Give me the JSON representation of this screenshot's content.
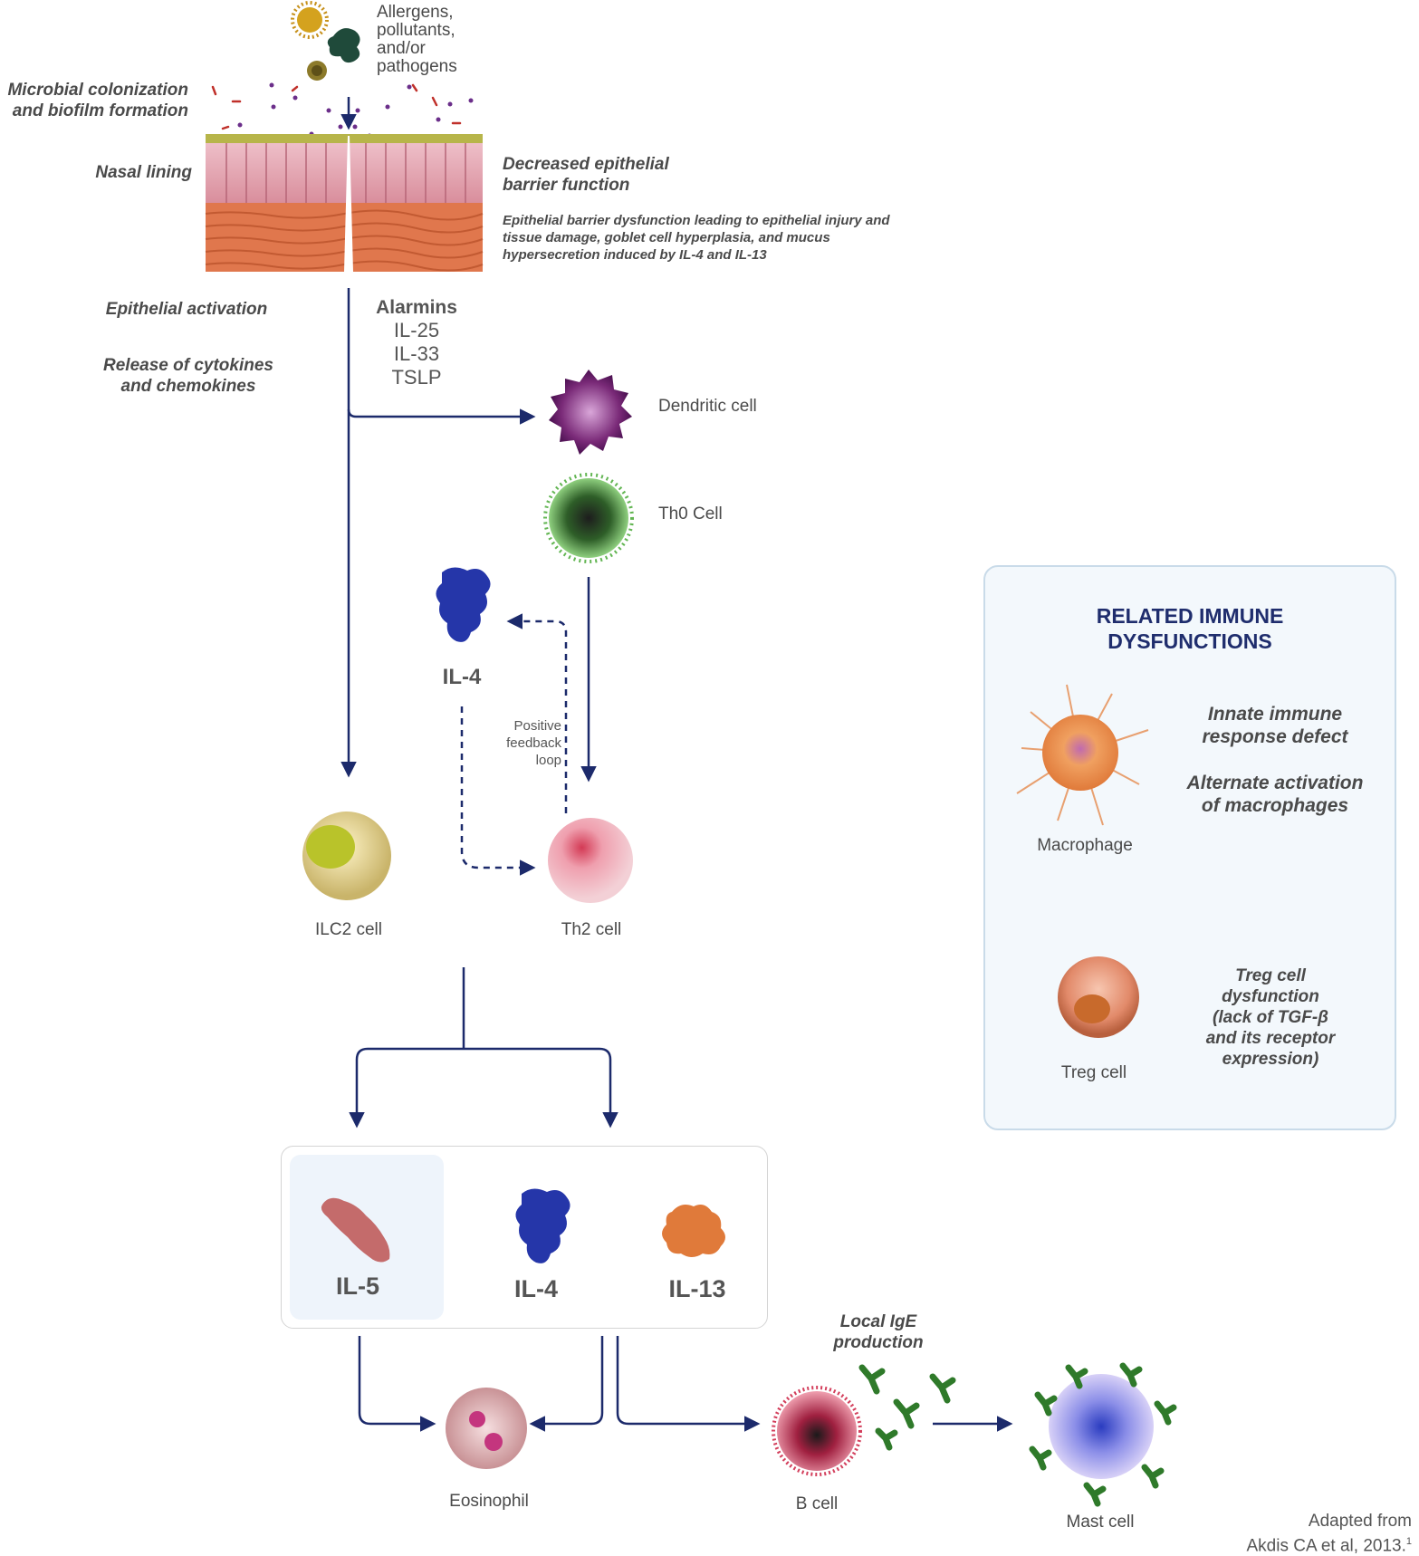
{
  "environment": {
    "triggers": "Allergens,\npollutants,\nand/or\npathogens",
    "microbial": "Microbial colonization\nand biofilm formation",
    "nasal_lining": "Nasal lining"
  },
  "barrier": {
    "heading": "Decreased epithelial\nbarrier function",
    "detail": "Epithelial barrier dysfunction leading to epithelial injury and\ntissue damage, goblet cell hyperplasia, and mucus\nhypersecretion induced by IL-4 and IL-13"
  },
  "activation": {
    "epithelial": "Epithelial activation",
    "release": "Release of cytokines\nand chemokines",
    "alarmins_title": "Alarmins",
    "alarmins": [
      "IL-25",
      "IL-33",
      "TSLP"
    ]
  },
  "cells": {
    "dendritic": "Dendritic cell",
    "th0": "Th0 Cell",
    "ilc2": "ILC2 cell",
    "th2": "Th2 cell",
    "eosinophil": "Eosinophil",
    "bcell": "B cell",
    "mast": "Mast cell"
  },
  "feedback": {
    "il4": "IL-4",
    "label": "Positive\nfeedback\nloop"
  },
  "cytokines": [
    "IL-5",
    "IL-4",
    "IL-13"
  ],
  "ige": "Local IgE\nproduction",
  "panel": {
    "title": "RELATED IMMUNE\nDYSFUNCTIONS",
    "macrophage": "Macrophage",
    "innate": "Innate immune\nresponse defect",
    "alternate": "Alternate activation\nof macrophages",
    "treg": "Treg cell",
    "treg_text": "Treg cell\ndysfunction\n(lack of TGF-β\nand its receptor\nexpression)"
  },
  "footer": "Adapted from\nAkdis CA et al, 2013.",
  "footer_ref": "1",
  "colors": {
    "arrow": "#1c2a6b",
    "panel_title": "#1f2d6d",
    "dendritic": "#7a2a78",
    "th0": "#3e8f35",
    "ilc2": "#e5d48a",
    "th2": "#e9a3ad",
    "il4": "#2536a9",
    "il5": "#c46b6b",
    "il13": "#e07a3a",
    "eosinophil": "#d89aa0",
    "bcell": "#c63a55",
    "mast": "#9a8fe0",
    "antibody": "#2f7a2a",
    "macrophage": "#e88a4a",
    "treg": "#e7936a"
  }
}
